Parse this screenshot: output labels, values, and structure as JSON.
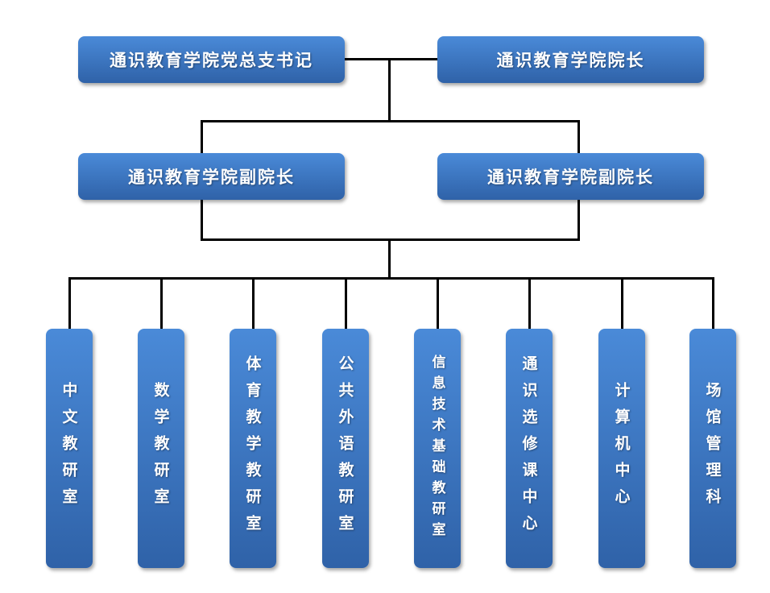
{
  "colors": {
    "box_top": "#4a8ad8",
    "box_bottom": "#2f62a8",
    "line": "#000000",
    "text": "#ffffff"
  },
  "top": {
    "secretary": "通识教育学院党总支书记",
    "dean": "通识教育学院院长"
  },
  "vice_deans": [
    "通识教育学院副院长",
    "通识教育学院副院长"
  ],
  "departments": [
    "中文教研室",
    "数学教研室",
    "体育教学教研室",
    "公共外语教研室",
    "信息技术基础教研室",
    "通识选修课中心",
    "计算机中心",
    "场馆管理科"
  ]
}
